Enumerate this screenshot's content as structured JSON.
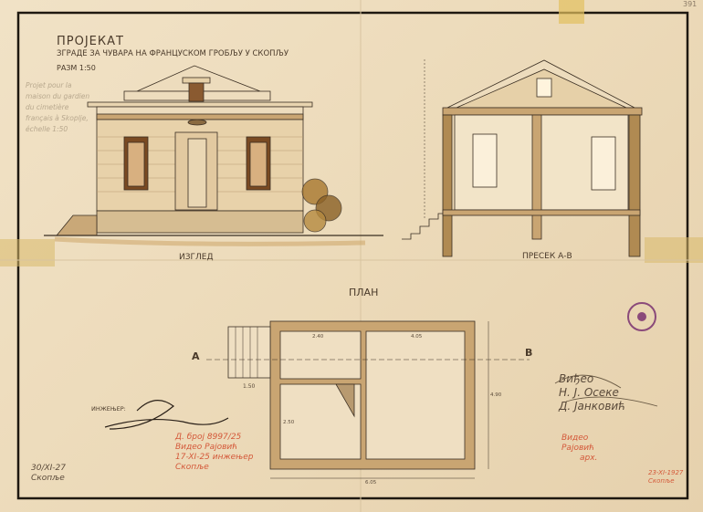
{
  "title": "ПРОЈЕКАТ",
  "subtitle": "ЗГРАДЕ ЗА ЧУВАРА НА ФРАНЦУСКОМ ГРОБЉУ У СКОПЉУ",
  "scale": "РАЗМ 1:50",
  "pencil_note": "Projet pour la maison du gardien du cimetière français à Skoplje, échelle 1:50",
  "page_number": "391",
  "views": {
    "elevation_label": "ИЗГЛЕД",
    "section_label": "ПРЕСЕК А-B",
    "plan_label": "ПЛАН",
    "section_mark_a": "А",
    "section_mark_b": "B"
  },
  "dimensions": {
    "step": "1.50",
    "plan_depth": "4.90",
    "plan_width": "6.05",
    "room_a": "2.40",
    "room_b": "4.05",
    "room_c": "2.50"
  },
  "signature": {
    "label": "ИНЖЕЊЕР:",
    "date": "30/XI-27",
    "place": "Скопље"
  },
  "red_notes": {
    "stamp_left_1": "Д. број 8997/25",
    "stamp_left_2": "Видео",
    "stamp_left_3": "17-XI-25",
    "stamp_left_4": "Скопље",
    "stamp_left_5": "Рајовић",
    "stamp_left_6": "инжењер",
    "right_1": "Видео",
    "right_2": "Рајовић",
    "right_3": "арх.",
    "right_date": "23-XI-1927",
    "right_place": "Скопље"
  },
  "approval_note": [
    "Виђео",
    "Н. Ј. Осеке",
    "Д. Јанковић"
  ],
  "colors": {
    "paper": "#efdfc2",
    "ink": "#3a2e22",
    "wash": "#c9a572",
    "red": "#d4593a",
    "stamp": "#8a4a7a"
  }
}
